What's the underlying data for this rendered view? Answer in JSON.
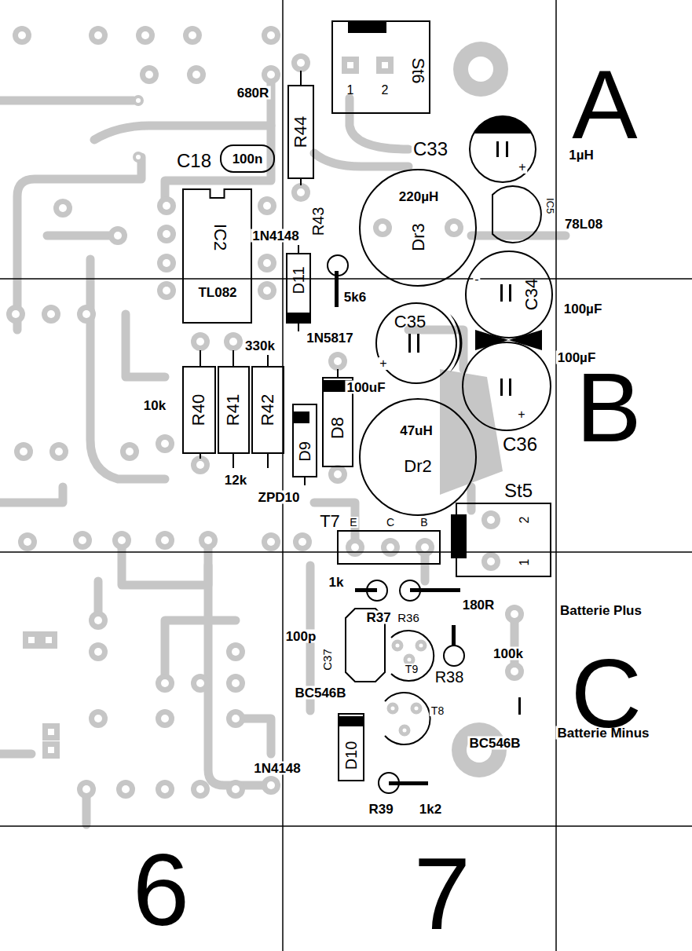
{
  "diagram": {
    "nodes": [
      {
        "text": [
          "1",
          "2",
          "St6"
        ]
      },
      {
        "text": [
          "R44"
        ]
      },
      {
        "text": [
          "100n"
        ]
      },
      {
        "text": [
          "IC2",
          "TL082"
        ]
      },
      {
        "text": [
          "D11"
        ]
      },
      {
        "text": [
          "220µH",
          "Dr3"
        ]
      },
      {
        "text": [
          "C34"
        ]
      },
      {
        "text": [
          "C35"
        ]
      },
      {
        "text": [
          "R40"
        ]
      },
      {
        "text": [
          "R41"
        ]
      },
      {
        "text": [
          "R42"
        ]
      },
      {
        "text": [
          "D9"
        ]
      },
      {
        "text": [
          "D8"
        ]
      },
      {
        "text": [
          "47uH",
          "Dr2"
        ]
      },
      {
        "text": [
          "2",
          "1"
        ]
      },
      {
        "text": [
          "D10"
        ]
      }
    ],
    "labels": [
      "680R",
      "C18",
      "C33",
      "+",
      "1µH",
      "IC5",
      "78L08",
      "1N4148",
      "R43",
      "5k6",
      "-",
      "100µF",
      "1N5817",
      "330k",
      "+",
      "100uF",
      "100µF",
      "+",
      "10k",
      "C36",
      "12k",
      "ZPD10",
      "St5",
      "T7",
      "E",
      "C",
      "B",
      "1k",
      "180R",
      "Batterie Plus",
      "R37",
      "R36",
      "100p",
      "C37",
      "100k",
      "T9",
      "R38",
      "BC546B",
      "T8",
      "Batterie Minus",
      "BC546B",
      "1N4148",
      "R39",
      "1k2",
      "A",
      "B",
      "C",
      "6",
      "7"
    ]
  }
}
